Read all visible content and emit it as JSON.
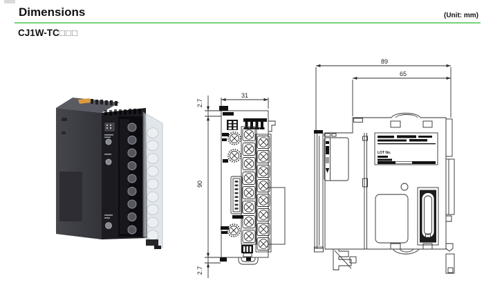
{
  "page": {
    "title": "Dimensions",
    "unit_note": "(Unit: mm)",
    "model_prefix": "CJ1W-TC",
    "model_boxes": "□□□"
  },
  "colors": {
    "heading_rule_green": "#76D276",
    "drawing_line": "#2E2E2E",
    "photo_body_dark": "#1B1B20",
    "photo_body_gray": "#3C3C43",
    "photo_accent_orange": "#DD9A3F",
    "photo_cover_tint": "#C9D2DA"
  },
  "front_view": {
    "dim_width": "31",
    "dim_height": "90",
    "dim_top_tab": "2.7",
    "dim_bottom_tab": "2.7"
  },
  "side_view": {
    "dim_depth_total": "89",
    "dim_depth_body": "65",
    "lot_label": "LOT No."
  }
}
